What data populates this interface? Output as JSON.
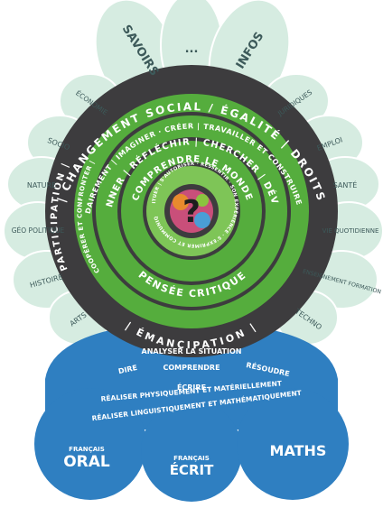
{
  "colors": {
    "petal": "#d6ece1",
    "petal_stroke": "#ffffff",
    "petal_text": "#3d5a5a",
    "dark_ring": "#3d3c3e",
    "green": "#55ad3d",
    "green_light": "#7ec557",
    "ring_text": "#ffffff",
    "blue": "#2f7fc1",
    "blue_light": "#5a9fd6",
    "blue_text": "#ffffff"
  },
  "top_petals": {
    "savoirs": "SAVOIRS",
    "dots": "...",
    "infos": "INFOS"
  },
  "left_petals": [
    "ÉCONOMIE",
    "SOCIO",
    "NATURE",
    "GÉO POLITIQUE",
    "HISTOIRE",
    "ARTS"
  ],
  "right_petals": [
    "JURIDIQUES",
    "EMPLOI",
    "SANTÉ",
    "VIE QUOTIDIENNE",
    "ENSEIGNEMENT FORMATION",
    "TECHNO"
  ],
  "rings": {
    "outer_top": "| CHANGEMENT SOCIAL / ÉGALITÉ | DROITS",
    "outer_bottom": "| ÉMANCIPATION |",
    "outer_left": "PARTICIPATION |",
    "second_top": "AGIR SOLIDAIREMENT | IMAGINER · CRÉER | TRAVAILLER ET CONSTRUIRE ENSEMBLE",
    "second_left": "COOPÉRER ET CONFRONTER |",
    "third_top": "QUESTIONNER | RÉFLÉCHIR | CHERCHER | DÉVELOPPER",
    "third_bottom": "PENSÉE CRITIQUE",
    "inner_top": "COMPRENDRE LE MONDE",
    "inner_small": "SE SITUER | S'AUTORISER · RESSENTIR · SON EXPÉRIENCE · S'EXPRIMER ET COMMUNIQUER"
  },
  "bottom": {
    "analyser": "ANALYSER LA SITUATION",
    "dire": "DIRE",
    "comprendre": "COMPRENDRE",
    "resoudre": "RÉSOUDRE",
    "ecrire": "ÉCRIRE",
    "realiser_phys": "RÉALISER PHYSIQUEMENT ET MATÉRIELLEMENT",
    "realiser_ling": "RÉALISER LINGUISTIQUEMENT ET MATHÉMATIQUEMENT"
  },
  "lobes": {
    "oral_small": "FRANÇAIS",
    "oral_big": "ORAL",
    "ecrit_small": "FRANÇAIS",
    "ecrit_big": "ÉCRIT",
    "maths_big": "MATHS"
  }
}
